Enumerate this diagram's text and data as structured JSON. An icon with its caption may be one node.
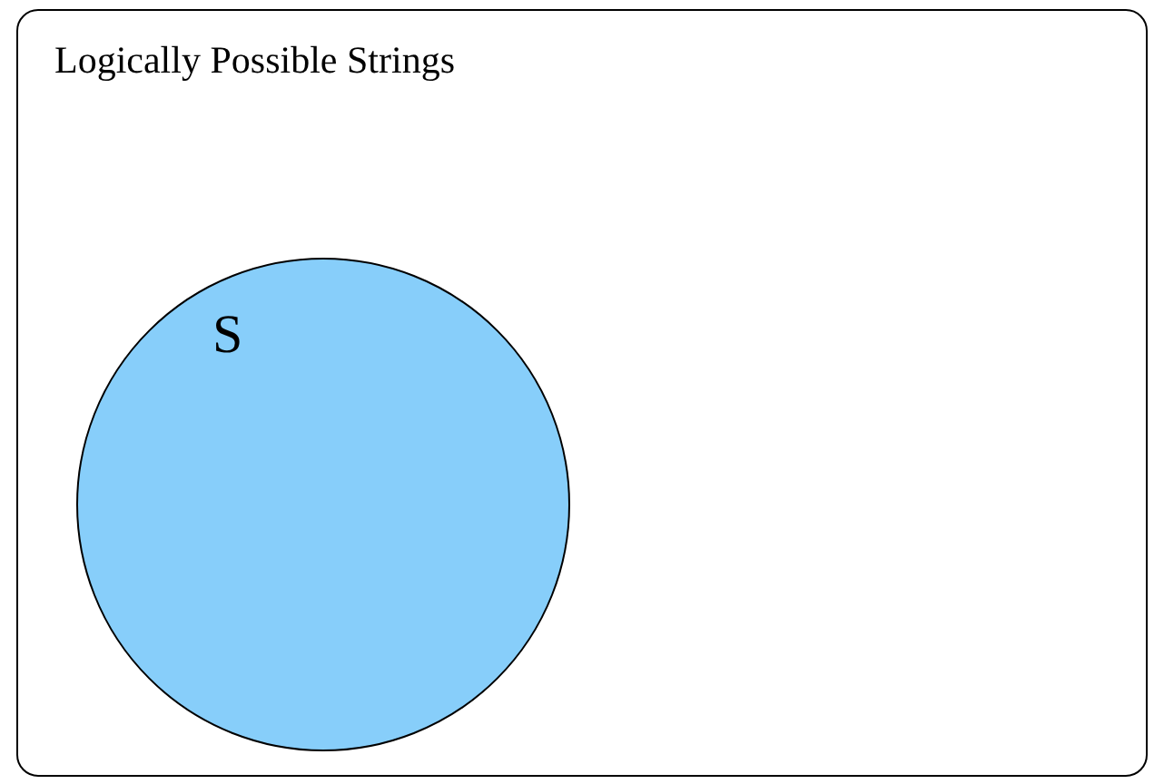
{
  "diagram": {
    "nodes": [
      {
        "text": [
          "Logically Possible Strings"
        ]
      },
      {
        "text": [
          "S"
        ],
        "in": 0
      }
    ]
  }
}
